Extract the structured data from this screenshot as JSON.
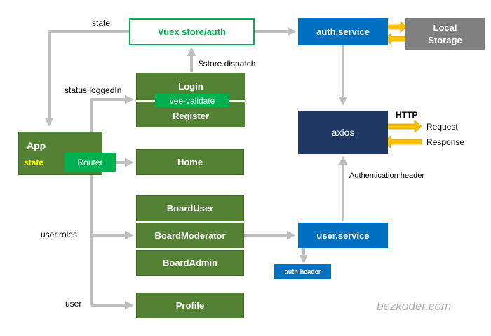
{
  "nodes": {
    "vuex_store": "Vuex store/auth",
    "auth_service": "auth.service",
    "local_storage_line1": "Local",
    "local_storage_line2": "Storage",
    "login": "Login",
    "vee_validate": "vee-validate",
    "register": "Register",
    "app": "App",
    "state": "state",
    "router": "Router",
    "home": "Home",
    "axios": "axios",
    "board_user": "BoardUser",
    "board_moderator": "BoardModerator",
    "board_admin": "BoardAdmin",
    "user_service": "user.service",
    "auth_header": "auth-header",
    "profile": "Profile"
  },
  "labels": {
    "state": "state",
    "store_dispatch": "$store.dispatch",
    "status_logged_in": "status.loggedIn",
    "http": "HTTP",
    "request": "Request",
    "response": "Response",
    "authentication_header": "Authentication header",
    "user_roles": "user.roles",
    "user": "user"
  },
  "watermark": "bezkoder.com",
  "colors": {
    "dark_green": "#548235",
    "bright_green": "#00b050",
    "blue": "#0070c0",
    "navy": "#1f3864",
    "gray": "#808080",
    "arrow_gray": "#bfbfbf",
    "yellow": "#ffc000"
  }
}
